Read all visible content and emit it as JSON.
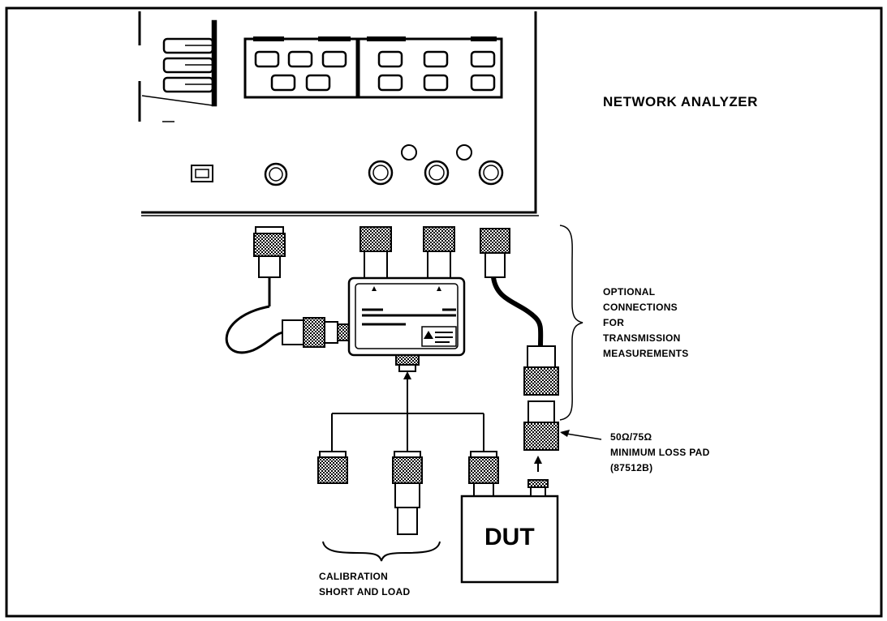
{
  "labels": {
    "network_analyzer": "NETWORK ANALYZER",
    "optional_connections": [
      "OPTIONAL",
      "CONNECTIONS",
      "FOR",
      "TRANSMISSION",
      "MEASUREMENTS"
    ],
    "loss_pad": [
      "50Ω/75Ω",
      "MINIMUM LOSS PAD",
      "(87512B)"
    ],
    "calibration": [
      "CALIBRATION",
      "SHORT AND LOAD"
    ],
    "dut": "DUT"
  },
  "colors": {
    "ink": "#000000",
    "paper": "#ffffff"
  },
  "icons": [
    "analyzer-front-panel",
    "rf-connector",
    "test-set",
    "cable",
    "load-termination",
    "arrow"
  ]
}
